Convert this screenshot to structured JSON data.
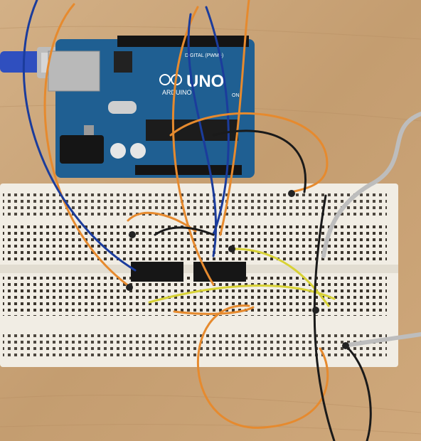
{
  "board": {
    "brand_text": "ARDUINO",
    "model_text": "UNO",
    "header_text": "DIGITAL (PWM~)",
    "on_label": "ON"
  },
  "colors": {
    "table": "#c9a57a",
    "board": "#1f5f92",
    "breadboard": "#f1ede4",
    "orange_wire": "#e68a2e",
    "blue_wire": "#1b3c9c",
    "black_wire": "#1a1a1a",
    "yellow_wire": "#d8d235",
    "gray_cable": "#bdbdbd"
  }
}
